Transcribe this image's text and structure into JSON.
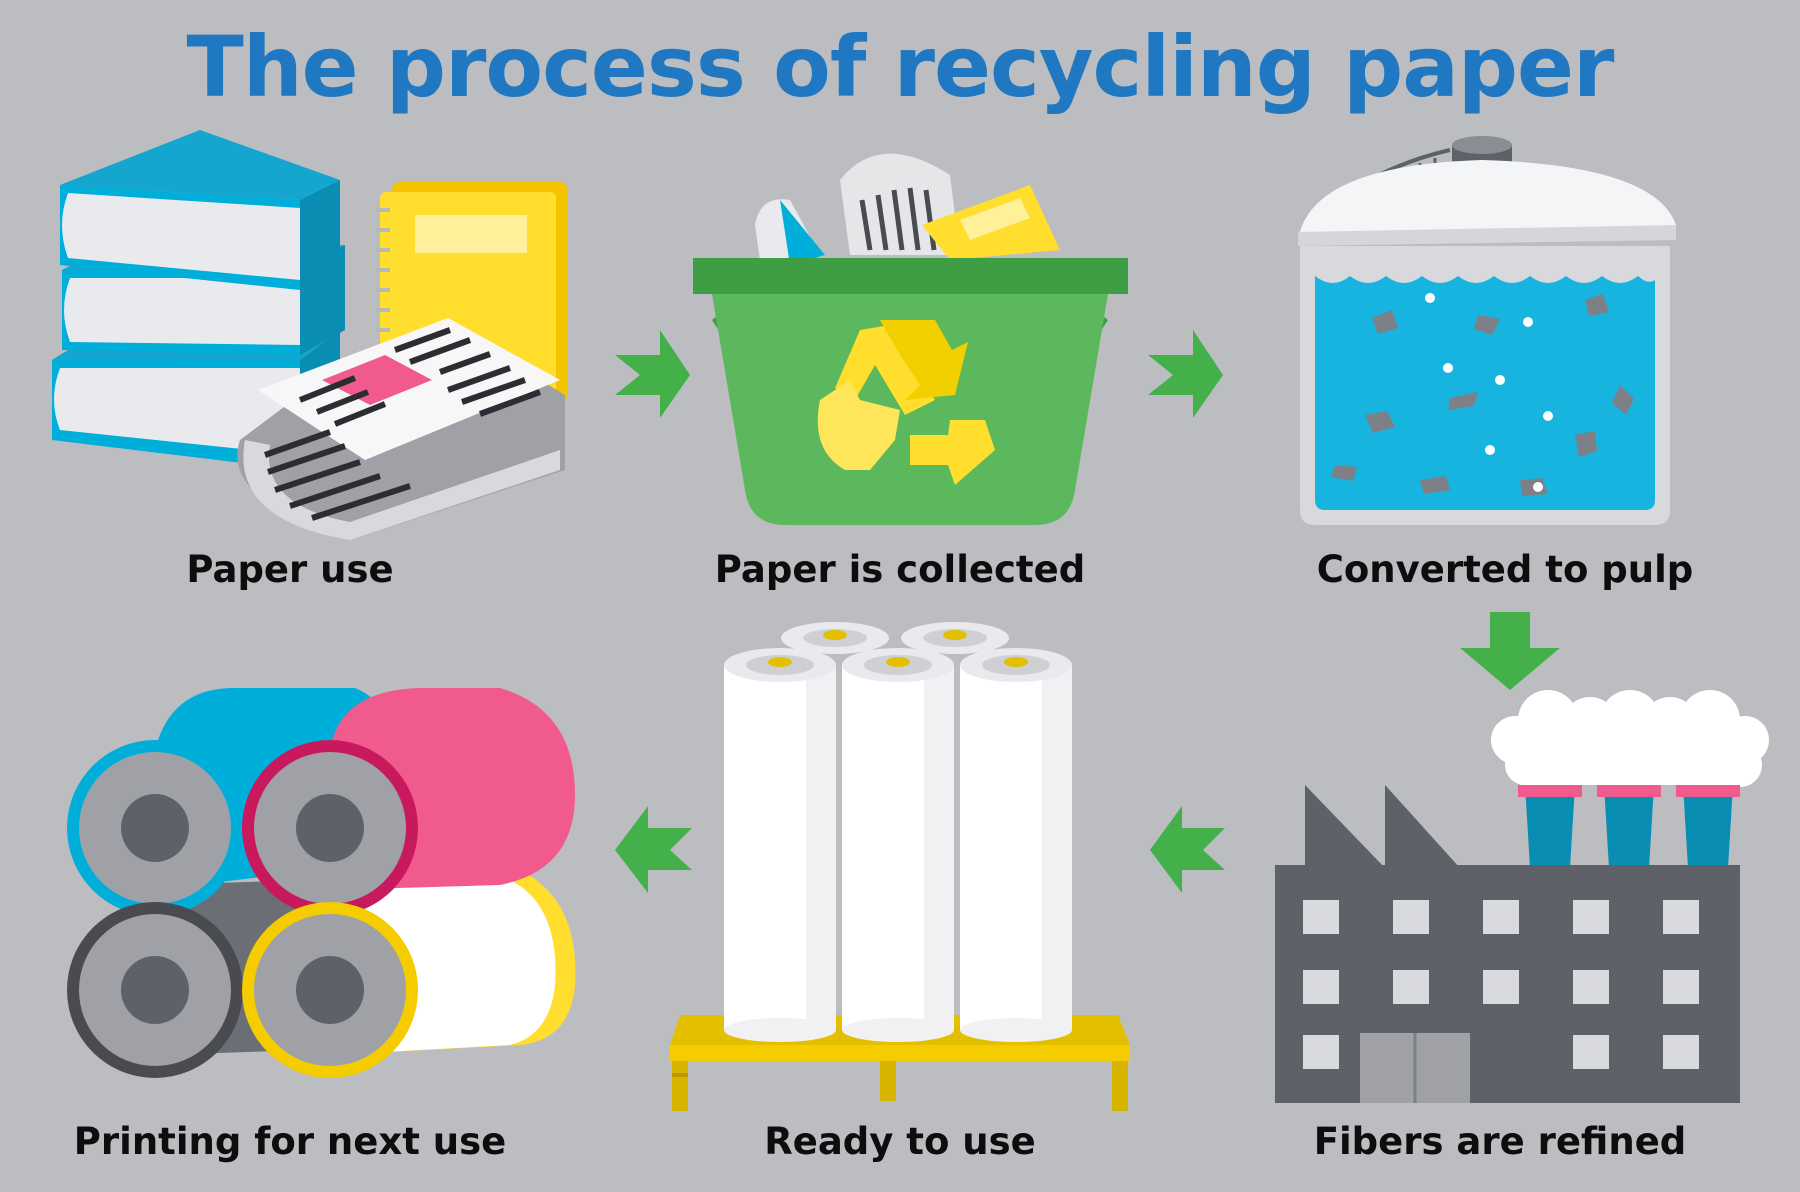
{
  "title": "The process of recycling paper",
  "steps": [
    {
      "label": "Paper use"
    },
    {
      "label": "Paper is collected"
    },
    {
      "label": "Converted to pulp"
    },
    {
      "label": "Fibers are refined"
    },
    {
      "label": "Ready to use"
    },
    {
      "label": "Printing for next use"
    }
  ],
  "colors": {
    "background": "#bcbdc0",
    "title": "#1f78c1",
    "arrow": "#43b04a",
    "cyan": "#00aeda",
    "magenta": "#f05a8d",
    "yellow": "#ffde2e",
    "green_bin": "#5cb85c",
    "factory": "#5e6168"
  }
}
